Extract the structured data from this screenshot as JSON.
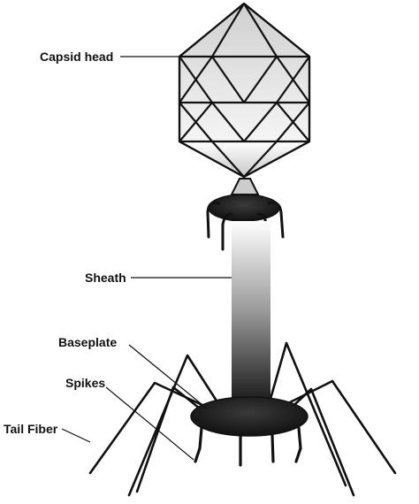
{
  "labels": {
    "capsid_head": "Capsid head",
    "sheath": "Sheath",
    "baseplate": "Baseplate",
    "spikes": "Spikes",
    "tail_fiber": "Tail Fiber"
  },
  "colors": {
    "line": "#111111",
    "background": "#ffffff",
    "shade_dark": "#222222",
    "shade_light": "#f2f2f2"
  }
}
